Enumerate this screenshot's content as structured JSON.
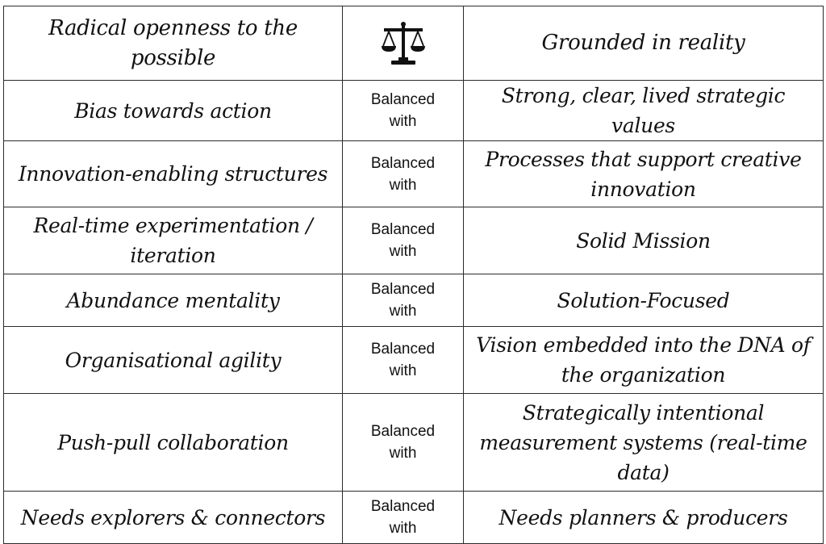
{
  "header": {
    "left": "Radical openness to the possible",
    "right": "Grounded in reality",
    "icon": "balance-scale-icon"
  },
  "rows": [
    {
      "left": "Bias towards action",
      "mid": "Balanced\nwith",
      "right": "Strong, clear, lived strategic values"
    },
    {
      "left": "Innovation-enabling structures",
      "mid": "Balanced\nwith",
      "right": "Processes that support creative innovation"
    },
    {
      "left": "Real-time experimentation / iteration",
      "mid": "Balanced\nwith",
      "right": "Solid Mission"
    },
    {
      "left": "Abundance mentality",
      "mid": "Balanced\nwith",
      "right": "Solution-Focused"
    },
    {
      "left": "Organisational agility",
      "mid": "Balanced\nwith",
      "right": "Vision embedded into the DNA of the organization"
    },
    {
      "left": "Push-pull collaboration",
      "mid": "Balanced\nwith",
      "right": "Strategically intentional measurement systems (real-time data)"
    },
    {
      "left": "Needs explorers & connectors",
      "mid": "Balanced\nwith",
      "right": "Needs planners & producers"
    }
  ]
}
